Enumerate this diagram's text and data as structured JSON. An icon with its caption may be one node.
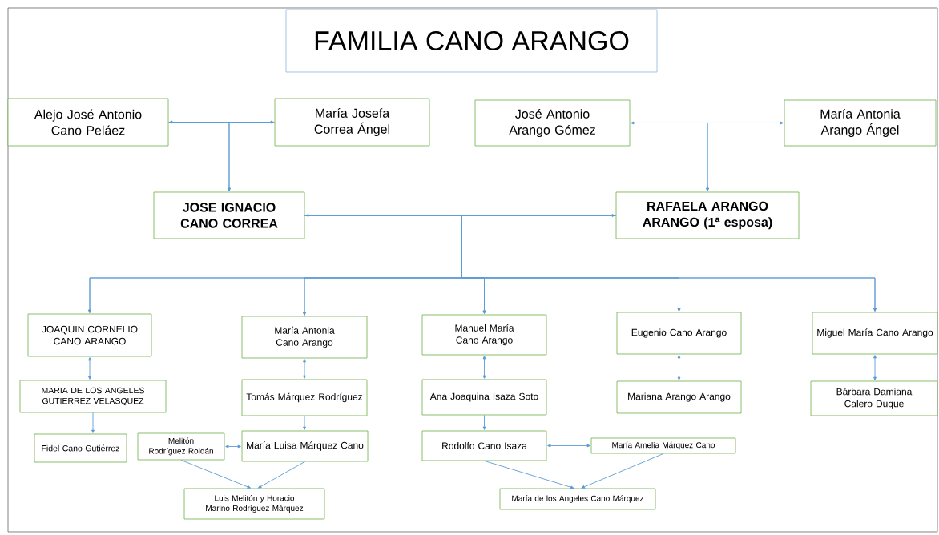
{
  "diagram": {
    "title": "FAMILIA CANO ARANGO",
    "nodes": [
      {
        "text": [
          "Alejo José Antonio Cano Peláez"
        ]
      },
      {
        "text": [
          "María Josefa Correa Ángel"
        ]
      },
      {
        "text": [
          "José Antonio Arango Gómez"
        ]
      },
      {
        "text": [
          "María Antonia Arango Ángel"
        ]
      },
      {
        "text": [
          "JOSE IGNACIO CANO CORREA"
        ]
      },
      {
        "text": [
          "RAFAELA ARANGO ARANGO (1ª esposa)"
        ]
      },
      {
        "text": [
          "JOAQUIN CORNELIO CANO ARANGO"
        ]
      },
      {
        "text": [
          "María Antonia Cano Arango"
        ]
      },
      {
        "text": [
          "Manuel María Cano Arango"
        ]
      },
      {
        "text": [
          "Eugenio Cano Arango"
        ]
      },
      {
        "text": [
          "Miguel María Cano Arango"
        ]
      },
      {
        "text": [
          "MARIA DE LOS ANGELES GUTIERREZ VELASQUEZ"
        ]
      },
      {
        "text": [
          "Tomás Márquez Rodríguez"
        ]
      },
      {
        "text": [
          "Ana Joaquina Isaza Soto"
        ]
      },
      {
        "text": [
          "Mariana Arango Arango"
        ]
      },
      {
        "text": [
          "Bárbara Damiana Calero Duque"
        ]
      },
      {
        "text": [
          "Fidel Cano Gutiérrez"
        ]
      },
      {
        "text": [
          "Melitón Rodríguez Roldán"
        ]
      },
      {
        "text": [
          "María Luisa Márquez Cano"
        ]
      },
      {
        "text": [
          "Rodolfo Cano Isaza"
        ]
      },
      {
        "text": [
          "María Amelia Márquez Cano"
        ]
      },
      {
        "text": [
          "Luis Melitón y Horacio Marino Rodríguez Márquez"
        ]
      },
      {
        "text": [
          "María de los Angeles Cano Márquez"
        ]
      }
    ],
    "edges": [
      {
        "from": 0,
        "to": 1,
        "arrow": "both"
      },
      {
        "from": 0,
        "to": 4,
        "arrow": "to"
      },
      {
        "from": 1,
        "to": 4,
        "arrow": "to"
      },
      {
        "from": 2,
        "to": 3,
        "arrow": "both"
      },
      {
        "from": 2,
        "to": 5,
        "arrow": "to"
      },
      {
        "from": 3,
        "to": 5,
        "arrow": "to"
      },
      {
        "from": 4,
        "to": 5,
        "arrow": "both"
      },
      {
        "from": 4,
        "to": 6,
        "arrow": "to"
      },
      {
        "from": 5,
        "to": 6,
        "arrow": "to"
      },
      {
        "from": 4,
        "to": 7,
        "arrow": "to"
      },
      {
        "from": 5,
        "to": 7,
        "arrow": "to"
      },
      {
        "from": 4,
        "to": 8,
        "arrow": "to"
      },
      {
        "from": 5,
        "to": 8,
        "arrow": "to"
      },
      {
        "from": 4,
        "to": 9,
        "arrow": "to"
      },
      {
        "from": 5,
        "to": 9,
        "arrow": "to"
      },
      {
        "from": 4,
        "to": 10,
        "arrow": "to"
      },
      {
        "from": 5,
        "to": 10,
        "arrow": "to"
      },
      {
        "from": 6,
        "to": 11,
        "arrow": "both"
      },
      {
        "from": 11,
        "to": 16,
        "arrow": "to"
      },
      {
        "from": 7,
        "to": 12,
        "arrow": "both"
      },
      {
        "from": 12,
        "to": 18,
        "arrow": "to"
      },
      {
        "from": 17,
        "to": 18,
        "arrow": "both"
      },
      {
        "from": 17,
        "to": 21,
        "arrow": "to"
      },
      {
        "from": 18,
        "to": 21,
        "arrow": "to"
      },
      {
        "from": 8,
        "to": 13,
        "arrow": "both"
      },
      {
        "from": 13,
        "to": 19,
        "arrow": "to"
      },
      {
        "from": 19,
        "to": 20,
        "arrow": "both"
      },
      {
        "from": 19,
        "to": 22,
        "arrow": "to"
      },
      {
        "from": 20,
        "to": 22,
        "arrow": "to"
      },
      {
        "from": 9,
        "to": 14,
        "arrow": "both"
      },
      {
        "from": 10,
        "to": 15,
        "arrow": "both"
      }
    ]
  }
}
